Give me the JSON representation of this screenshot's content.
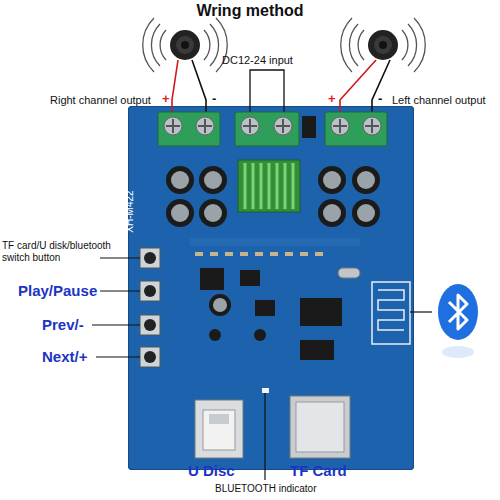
{
  "diagram": {
    "title": "Wring method",
    "nodes": [
      {
        "text": [
          "XH-M422"
        ]
      }
    ],
    "labels": [
      "DC12-24 input",
      "Right channel output",
      "Left channel output",
      "+",
      "-",
      "+",
      "-",
      "TF card/U disk/bluetooth switch button",
      "Play/Pause",
      "Prev/-",
      "Next/+",
      "U Disc",
      "TF Card",
      "BLUETOOTH indicator"
    ]
  }
}
